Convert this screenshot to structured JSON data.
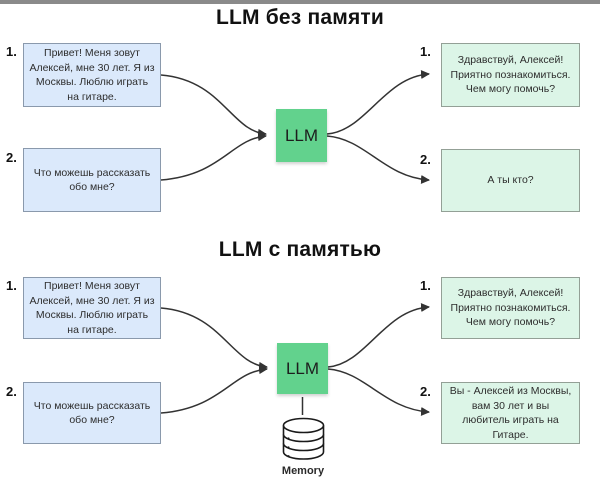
{
  "sections": [
    {
      "title": "LLM без памяти",
      "node_label": "LLM",
      "inputs": [
        {
          "num": "1.",
          "text": "Привет! Меня зовут Алексей, мне 30 лет. Я из Москвы. Люблю играть на гитаре."
        },
        {
          "num": "2.",
          "text": "Что можешь рассказать обо мне?"
        }
      ],
      "outputs": [
        {
          "num": "1.",
          "text": "Здравствуй, Алексей! Приятно познакомиться. Чем могу помочь?"
        },
        {
          "num": "2.",
          "text": "А ты кто?"
        }
      ]
    },
    {
      "title": "LLM с памятью",
      "node_label": "LLM",
      "memory_label": "Memory",
      "inputs": [
        {
          "num": "1.",
          "text": "Привет! Меня зовут Алексей, мне 30 лет. Я из Москвы. Люблю играть на гитаре."
        },
        {
          "num": "2.",
          "text": "Что можешь рассказать обо мне?"
        }
      ],
      "outputs": [
        {
          "num": "1.",
          "text": "Здравствуй, Алексей! Приятно познакомиться. Чем могу помочь?"
        },
        {
          "num": "2.",
          "text": "Вы - Алексей из Москвы, вам 30 лет и вы любитель играть на Гитаре."
        }
      ]
    }
  ],
  "colors": {
    "input-fill": "#dbe9fb",
    "input-border": "#8a99ac",
    "output-fill": "#dcf5e7",
    "output-border": "#93a096",
    "llm-fill": "#62d28d",
    "arrow": "#333333",
    "text": "#2d2d2d",
    "title": "#111111"
  }
}
